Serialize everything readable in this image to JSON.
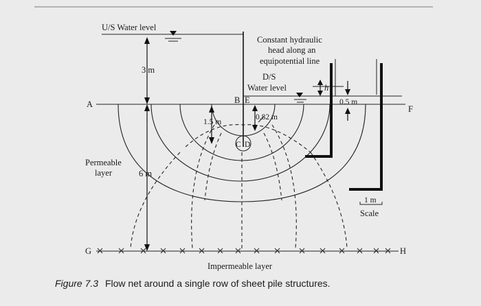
{
  "labels": {
    "us_water_level": "U/S Water level",
    "constant_head_line1": "Constant hydraulic",
    "constant_head_line2": "head along an",
    "constant_head_line3": "equipotential line",
    "ds_line1": "D/S",
    "ds_line2": "Water level",
    "h": "h",
    "dim_3m": "3 m",
    "dim_6m": "6 m",
    "dim_1_5m": "1.5 m",
    "dim_0_82m": "0.82 m",
    "dim_0_5m": "0.5 m",
    "point_a": "A",
    "point_b": "B",
    "point_e": "E",
    "point_c": "C",
    "point_d": "D",
    "point_f": "F",
    "point_g": "G",
    "point_h": "H",
    "permeable_line1": "Permeable",
    "permeable_line2": "layer",
    "impermeable": "Impermeable layer",
    "scale_value": "1 m",
    "scale_word": "Scale"
  },
  "caption": {
    "number": "Figure 7.3",
    "text": "Flow net around a single row of sheet pile structures."
  }
}
